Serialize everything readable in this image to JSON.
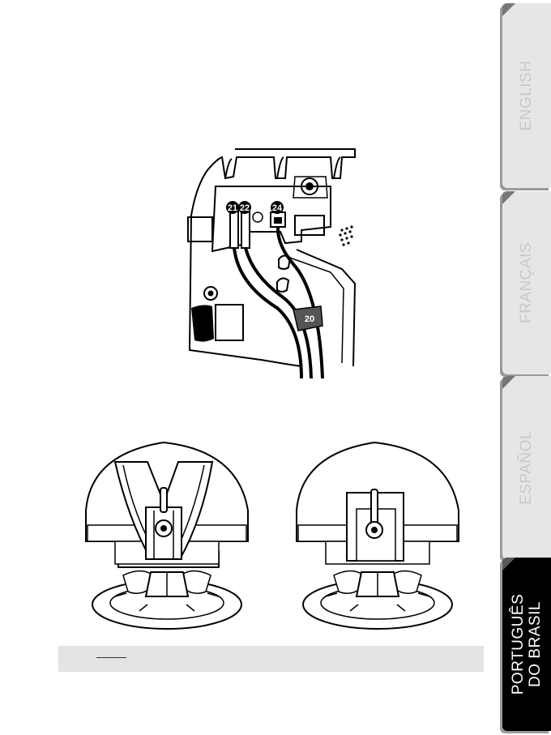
{
  "tabs": [
    {
      "label": "ENGLISH",
      "active": false
    },
    {
      "label": "FRANÇAIS",
      "active": false
    },
    {
      "label": "ESPAÑOL",
      "active": false
    },
    {
      "label_lines": [
        "PORTUGUÊS",
        "DO BRASIL"
      ],
      "active": true
    }
  ],
  "figure1": {
    "callouts": [
      "21",
      "22",
      "24",
      "20"
    ]
  },
  "figure2": {},
  "caption": {}
}
